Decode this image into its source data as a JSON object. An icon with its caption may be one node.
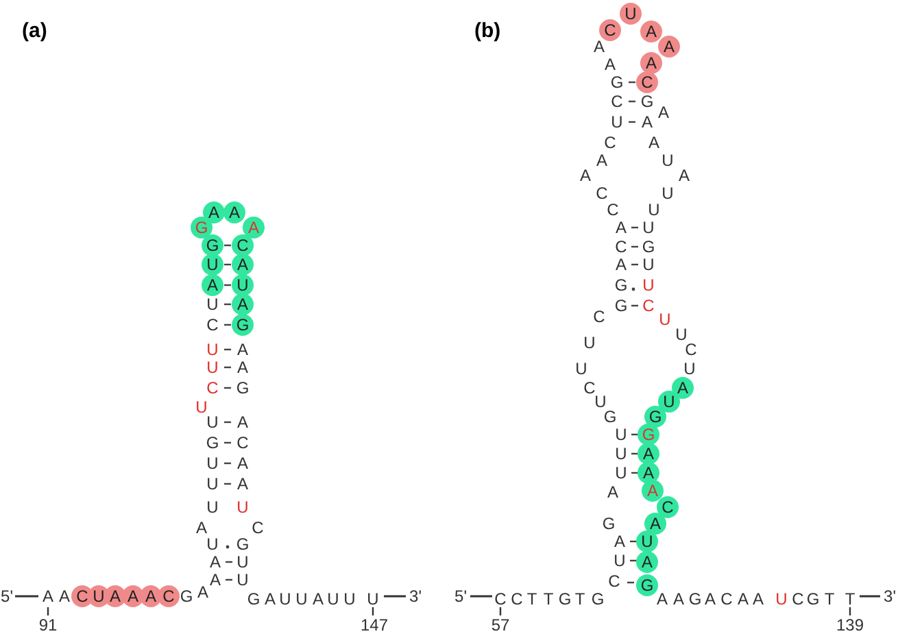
{
  "diagram": {
    "nodes": [
      {
        "text": [
          "A"
        ]
      },
      {
        "text": [
          "A"
        ]
      },
      {
        "text": [
          "G"
        ]
      },
      {
        "text": [
          "A"
        ]
      },
      {
        "text": [
          "G"
        ]
      },
      {
        "text": [
          "C"
        ]
      },
      {
        "text": [
          "U"
        ]
      },
      {
        "text": [
          "A"
        ]
      },
      {
        "text": [
          "A"
        ]
      },
      {
        "text": [
          "U"
        ]
      },
      {
        "text": [
          "A"
        ]
      },
      {
        "text": [
          "G"
        ]
      },
      {
        "text": [
          "C"
        ]
      },
      {
        "text": [
          "U"
        ]
      },
      {
        "text": [
          "A"
        ]
      },
      {
        "text": [
          "A"
        ]
      },
      {
        "text": [
          "A"
        ]
      },
      {
        "text": [
          "C"
        ]
      },
      {
        "text": [
          "U"
        ]
      },
      {
        "text": [
          "C"
        ]
      },
      {
        "text": [
          "A"
        ]
      },
      {
        "text": [
          "A"
        ]
      },
      {
        "text": [
          "A"
        ]
      },
      {
        "text": [
          "C"
        ]
      },
      {
        "text": [
          "A"
        ]
      },
      {
        "text": [
          "U"
        ]
      },
      {
        "text": [
          "G"
        ]
      },
      {
        "text": [
          "G"
        ]
      },
      {
        "text": [
          "A"
        ]
      },
      {
        "text": [
          "A"
        ]
      },
      {
        "text": [
          "A"
        ]
      },
      {
        "text": [
          "C"
        ]
      },
      {
        "text": [
          "A"
        ]
      },
      {
        "text": [
          "U"
        ]
      },
      {
        "text": [
          "A"
        ]
      },
      {
        "text": [
          "G"
        ]
      }
    ],
    "labels": [
      "(a)",
      "U",
      "C",
      "U",
      "A",
      "U",
      "A",
      "C",
      "G",
      "U",
      "U",
      "A",
      "G",
      "C",
      "U",
      "A",
      "U",
      "A",
      "U",
      "U",
      "A",
      "C",
      "U",
      "G",
      "A",
      "U",
      "A",
      "U",
      "5'",
      "A",
      "A",
      "G",
      "A",
      "G",
      "A",
      "U",
      "U",
      "A",
      "U",
      "U",
      "U",
      "3'",
      "91",
      "147",
      "(b)",
      "A",
      "A",
      "G",
      "C",
      "G",
      "A",
      "U",
      "A",
      "C",
      "A",
      "A",
      "U",
      "A",
      "A",
      "C",
      "U",
      "C",
      "U",
      "A",
      "U",
      "C",
      "G",
      "A",
      "U",
      "G",
      "U",
      "G",
      "C",
      "C",
      "U",
      "U",
      "U",
      "C",
      "U",
      "U",
      "C",
      "U",
      "G",
      "U",
      "U",
      "U",
      "A",
      "G",
      "A",
      "U",
      "C",
      "5'",
      "C",
      "C",
      "T",
      "T",
      "G",
      "T",
      "G",
      "A",
      "A",
      "G",
      "A",
      "C",
      "A",
      "A",
      "U",
      "C",
      "G",
      "T",
      "T",
      "3'",
      "57",
      "139"
    ]
  }
}
